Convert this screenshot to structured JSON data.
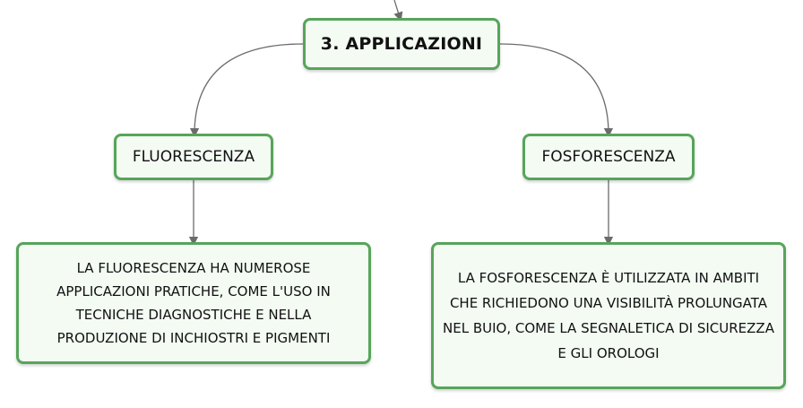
{
  "root": {
    "title": "3. APPLICAZIONI"
  },
  "branches": [
    {
      "heading": "FLUORESCENZA",
      "text": "LA FLUORESCENZA HA NUMEROSE APPLICAZIONI PRATICHE, COME L'USO IN TECNICHE DIAGNOSTICHE E NELLA PRODUZIONE DI INCHIOSTRI E PIGMENTI"
    },
    {
      "heading": "FOSFORESCENZA",
      "text": "LA FOSFORESCENZA È UTILIZZATA IN AMBITI CHE RICHIEDONO UNA VISIBILITÀ PROLUNGATA NEL BUIO, COME LA SEGNALETICA DI SICUREZZA E GLI OROLOGI"
    }
  ],
  "colors": {
    "node_border": "#57a55a",
    "node_fill": "#f3fbf3",
    "connector": "#6b6b6b"
  }
}
